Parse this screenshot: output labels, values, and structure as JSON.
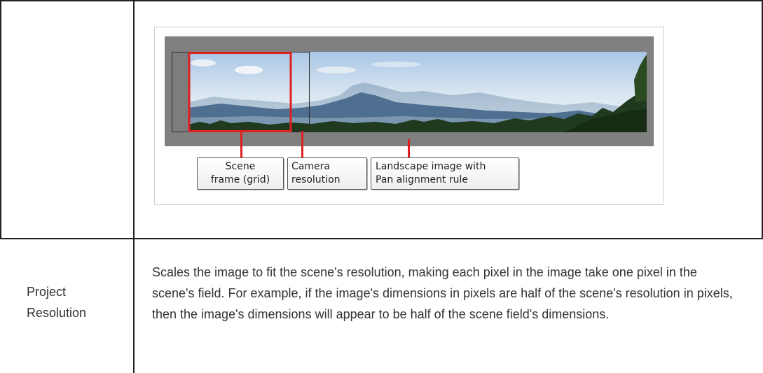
{
  "figure": {
    "callouts": {
      "scene_frame": [
        "Scene",
        "frame (grid)"
      ],
      "camera_resolution": [
        "Camera",
        "resolution"
      ],
      "landscape": [
        "Landscape image with",
        "Pan alignment rule"
      ]
    },
    "colors": {
      "frame_highlight": "#e02020",
      "backdrop": "#808080"
    }
  },
  "row": {
    "label_line1": "Project",
    "label_line2": "Resolution",
    "description": "Scales the image to fit the scene's resolution, making each pixel in the image take one pixel in the scene's field. For example, if the image's dimensions in pixels are half of the scene's resolution in pixels, then the image's dimensions will appear to be half of the scene field's dimensions."
  }
}
